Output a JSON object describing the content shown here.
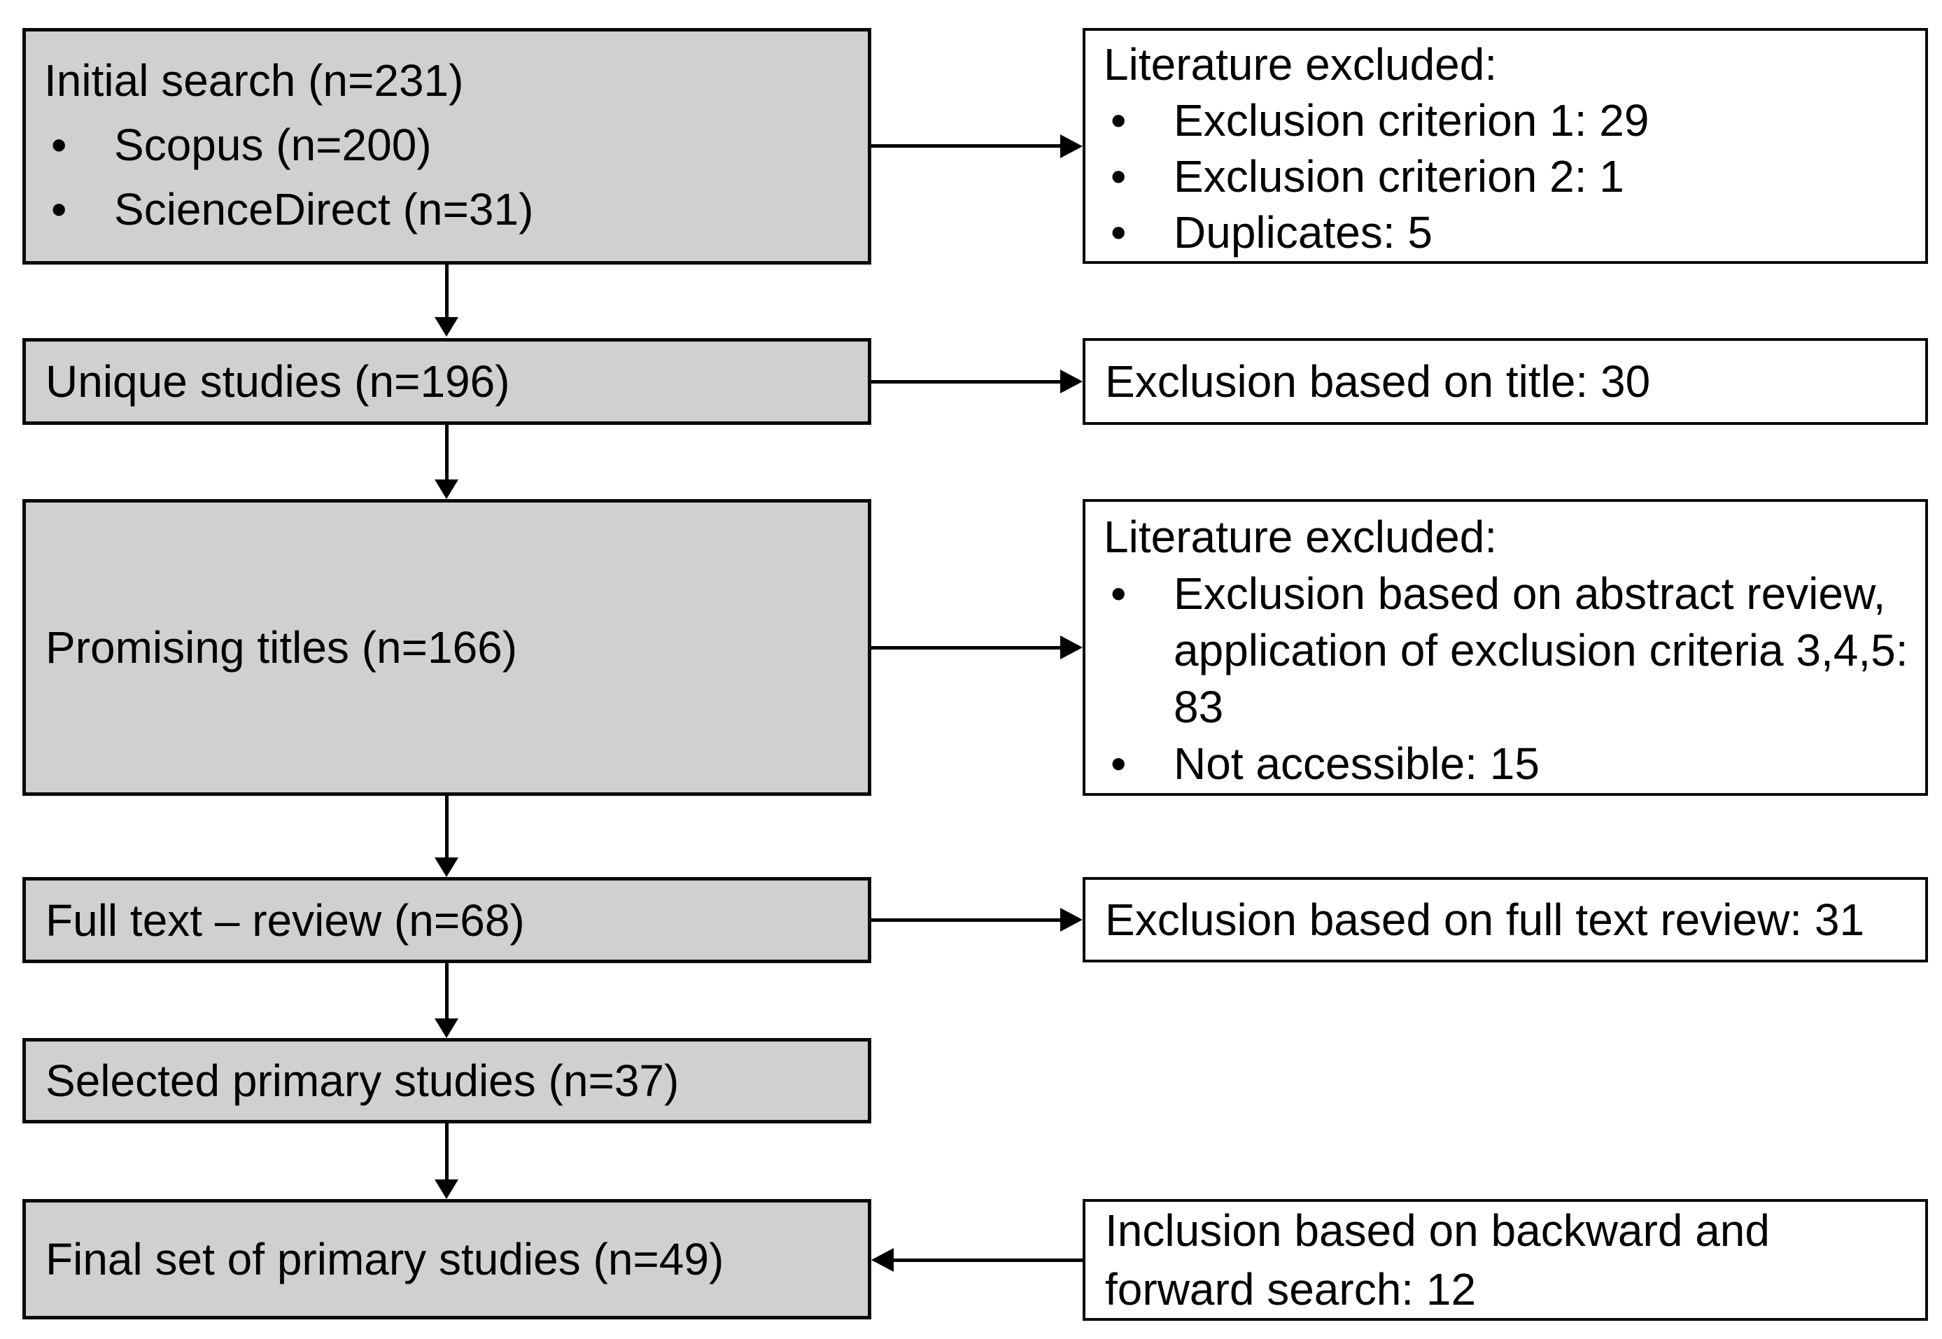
{
  "flow": {
    "left": [
      {
        "title": "Initial search (n=231)",
        "bullets": [
          "Scopus (n=200)",
          "ScienceDirect (n=31)"
        ]
      },
      {
        "title": "Unique studies (n=196)"
      },
      {
        "title": "Promising titles (n=166)"
      },
      {
        "title": "Full text – review (n=68)"
      },
      {
        "title": "Selected primary studies (n=37)"
      },
      {
        "title": "Final set of primary studies (n=49)"
      }
    ],
    "right": [
      {
        "title": "Literature excluded:",
        "bullets": [
          "Exclusion criterion 1: 29",
          "Exclusion criterion 2: 1",
          "Duplicates: 5"
        ]
      },
      {
        "title": "Exclusion based on title: 30"
      },
      {
        "title": "Literature excluded:",
        "bullets": [
          "Exclusion based on abstract review, application of exclusion criteria 3,4,5: 83",
          "Not accessible: 15"
        ]
      },
      {
        "title": "Exclusion based on full text review: 31"
      },
      {
        "title": "Inclusion based on backward and forward search: 12"
      }
    ],
    "colors": {
      "box_fill": "#d0d0d0",
      "box_border": "#000000",
      "side_box_fill": "#ffffff",
      "text": "#000000",
      "background": "#ffffff"
    }
  }
}
